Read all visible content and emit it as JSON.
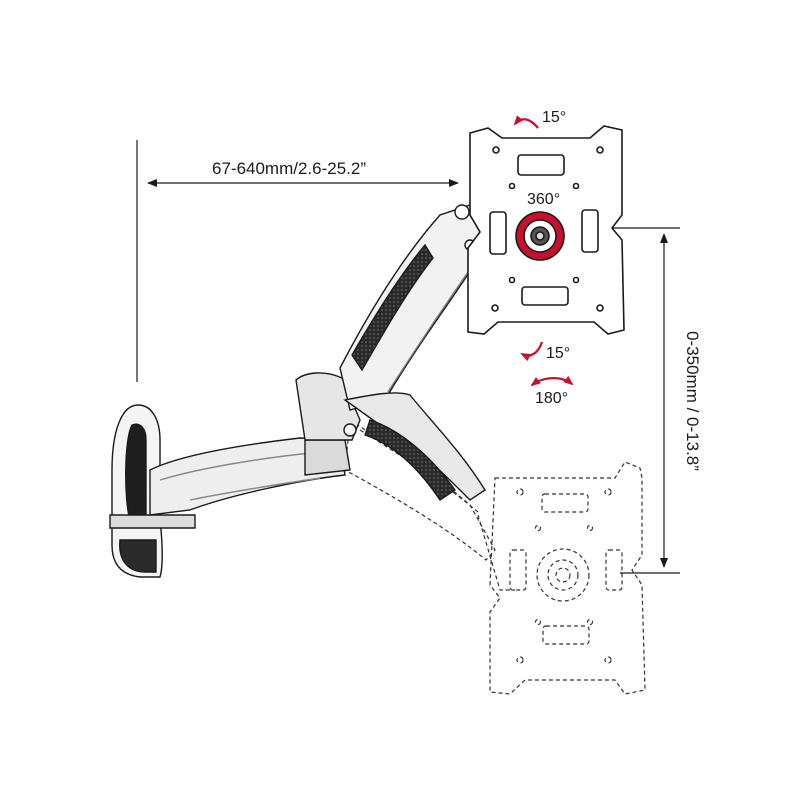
{
  "dimensions": {
    "reach": "67-640mm/2.6-25.2”",
    "height": "0-350mm / 0-13.8”"
  },
  "motions": {
    "tilt_up": "15°",
    "rotation": "360°",
    "tilt_down": "15°",
    "swivel": "180°"
  },
  "colors": {
    "line": "#1a1a1a",
    "arrow_red": "#c8102e",
    "dash": "#333333"
  }
}
